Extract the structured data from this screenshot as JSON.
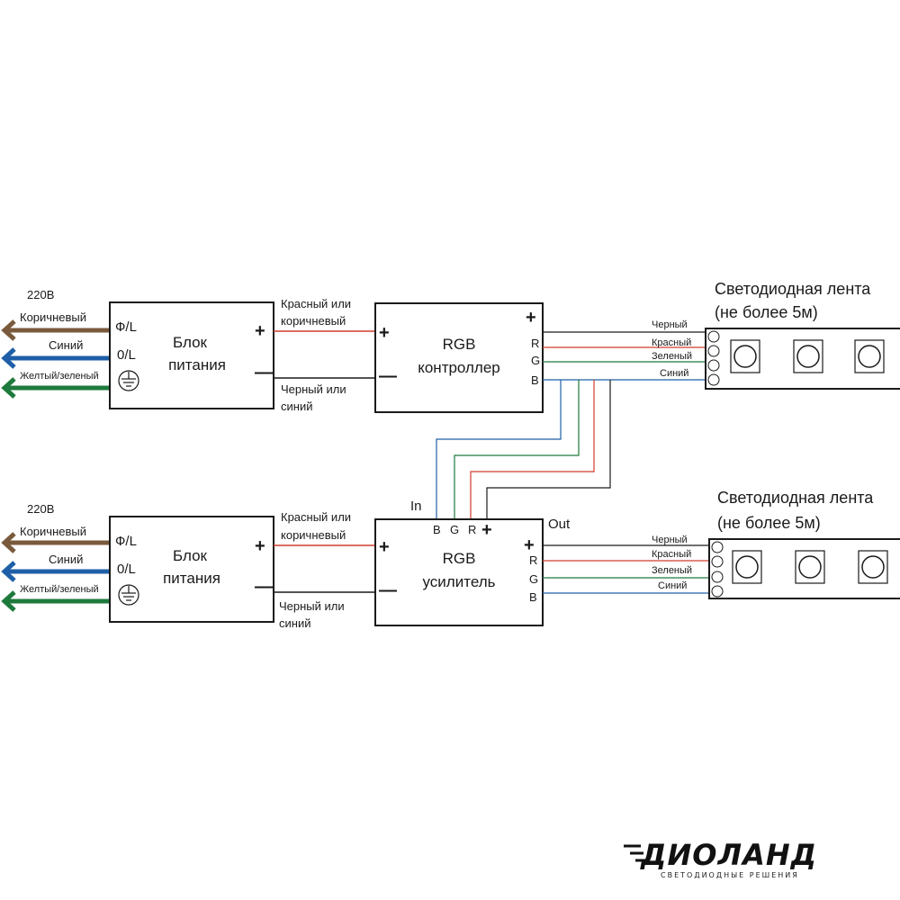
{
  "colors": {
    "brown": "#7a5a3c",
    "blue": "#1f5fa8",
    "green": "#1e7a3c",
    "red": "#d23b2b",
    "black": "#1a1a1a"
  },
  "top": {
    "mains": {
      "voltage": "220В",
      "brown_label": "Коричневый",
      "blue_label": "Синий",
      "ground_label": "Желтый/зеленый"
    },
    "psu": {
      "phase": "Ф/L",
      "neutral": "0/L",
      "title_line1": "Блок",
      "title_line2": "питания",
      "plus": "+",
      "minus": "—"
    },
    "wire_plus_line1": "Красный или",
    "wire_plus_line2": "коричневый",
    "wire_minus_line1": "Черный или",
    "wire_minus_line2": "синий",
    "controller": {
      "title_line1": "RGB",
      "title_line2": "контроллер",
      "plus_in": "+",
      "minus_in": "—",
      "plus_out": "+",
      "r": "R",
      "g": "G",
      "b": "B"
    },
    "strip": {
      "title_line1": "Светодиодная лента",
      "title_line2": "(не более 5м)",
      "wire_black": "Черный",
      "wire_red": "Красный",
      "wire_green": "Зеленый",
      "wire_blue": "Синий"
    }
  },
  "bottom": {
    "mains": {
      "voltage": "220В",
      "brown_label": "Коричневый",
      "blue_label": "Синий",
      "ground_label": "Желтый/зеленый"
    },
    "psu": {
      "phase": "Ф/L",
      "neutral": "0/L",
      "title_line1": "Блок",
      "title_line2": "питания",
      "plus": "+",
      "minus": "—"
    },
    "wire_plus_line1": "Красный или",
    "wire_plus_line2": "коричневый",
    "wire_minus_line1": "Черный или",
    "wire_minus_line2": "синий",
    "amplifier": {
      "in_label": "In",
      "out_label": "Out",
      "title_line1": "RGB",
      "title_line2": "усилитель",
      "plus_in": "+",
      "minus_in": "—",
      "plus_out": "+",
      "in_b": "B",
      "in_g": "G",
      "in_r": "R",
      "in_plus": "+",
      "r": "R",
      "g": "G",
      "b": "B"
    },
    "strip": {
      "title_line1": "Светодиодная лента",
      "title_line2": "(не более 5м)",
      "wire_black": "Черный",
      "wire_red": "Красный",
      "wire_green": "Зеленый",
      "wire_blue": "Синий"
    }
  },
  "logo": {
    "name": "ДИОЛАНД",
    "tagline": "СВЕТОДИОДНЫЕ РЕШЕНИЯ"
  }
}
